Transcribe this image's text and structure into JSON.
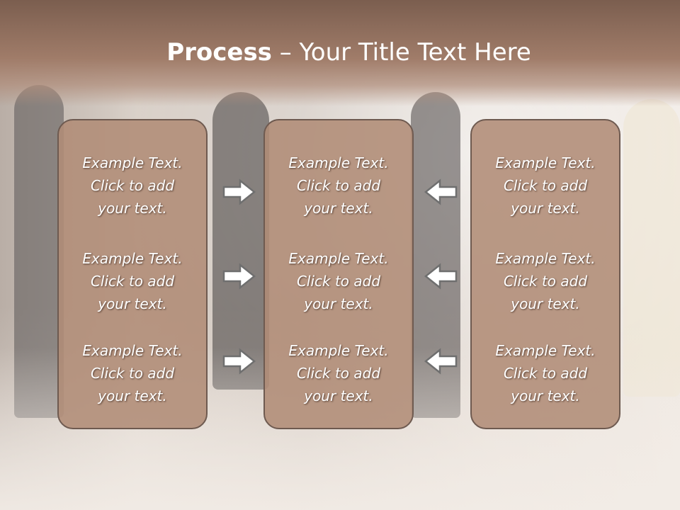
{
  "slide": {
    "title_bold": "Process",
    "title_rest": " – Your Title Text Here",
    "columns": [
      {
        "items": [
          {
            "line1": "Example Text.",
            "line2": "Click  to add",
            "line3": "your text."
          },
          {
            "line1": "Example Text.",
            "line2": "Click  to add",
            "line3": "your text."
          },
          {
            "line1": "Example Text.",
            "line2": "Click  to add",
            "line3": "your text."
          }
        ]
      },
      {
        "items": [
          {
            "line1": "Example Text.",
            "line2": "Click  to add",
            "line3": "your text."
          },
          {
            "line1": "Example Text.",
            "line2": "Click  to add",
            "line3": "your text."
          },
          {
            "line1": "Example Text.",
            "line2": "Click  to add",
            "line3": "your text."
          }
        ]
      },
      {
        "items": [
          {
            "line1": "Example Text.",
            "line2": "Click  to add",
            "line3": "your text."
          },
          {
            "line1": "Example Text.",
            "line2": "Click  to add",
            "line3": "your text."
          },
          {
            "line1": "Example Text.",
            "line2": "Click  to add",
            "line3": "your text."
          }
        ]
      }
    ],
    "arrows": [
      {
        "icon": "arrow-right-icon"
      },
      {
        "icon": "arrow-left-icon"
      }
    ]
  },
  "colors": {
    "title_band": "#8f6e5d",
    "box_fill": "#b08c76",
    "box_border": "#6e5a50",
    "text": "#ffffff"
  }
}
